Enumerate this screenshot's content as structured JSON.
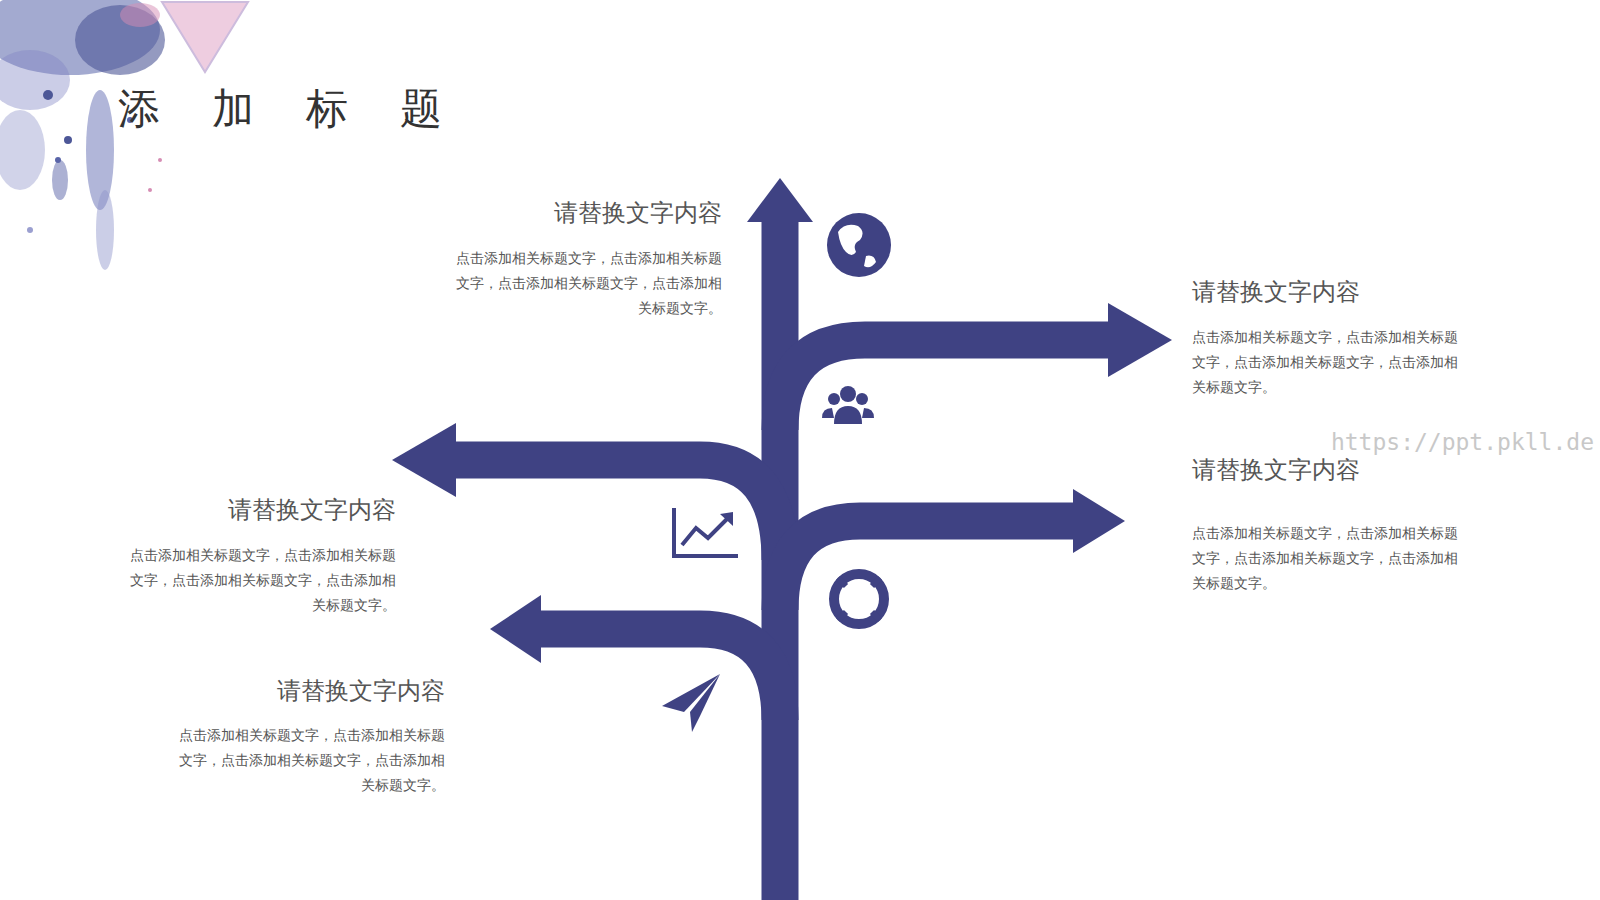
{
  "diagram": {
    "title": "添加标题",
    "labels": [
      "请替换文字内容",
      "点击添加相关标题文字，点击添加相关标题文字，点击添加相关标题文字，点击添加相关标题文字。",
      "请替换文字内容",
      "点击添加相关标题文字，点击添加相关标题文字，点击添加相关标题文字，点击添加相关标题文字。",
      "请替换文字内容",
      "点击添加相关标题文字，点击添加相关标题文字，点击添加相关标题文字，点击添加相关标题文字。",
      "请替换文字内容",
      "点击添加相关标题文字，点击添加相关标题文字，点击添加相关标题文字，点击添加相关标题文字。",
      "请替换文字内容",
      "点击添加相关标题文字，点击添加相关标题文字，点击添加相关标题文字，点击添加相关标题文字。",
      "https://ppt.pkll.de"
    ]
  }
}
